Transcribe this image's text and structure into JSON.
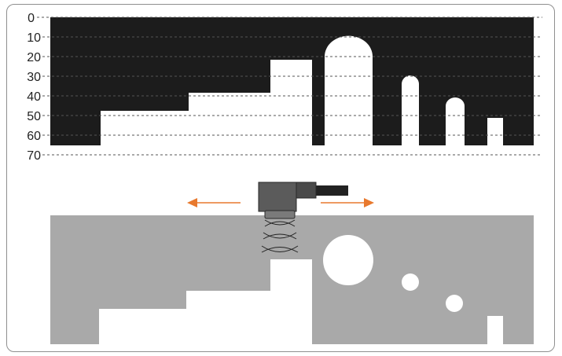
{
  "scale": {
    "tick_labels": [
      "0",
      "10",
      "20",
      "30",
      "40",
      "50",
      "60",
      "70"
    ]
  },
  "colors": {
    "scan_profile": "#1c1c1c",
    "object": "#a9a9a9",
    "sensor_body": "#5b5b5b",
    "sensor_cable": "#222222",
    "sensor_head": "#7a7a7a",
    "motion_arrows": "#e8792e",
    "gridline": "#555555",
    "frame_border": "#8f8f8f"
  },
  "icons": {
    "sensor": "ultrasonic-sensor-icon",
    "wave": "ultrasonic-wave-icon",
    "arrow_left": "arrow-left-icon",
    "arrow_right": "arrow-right-icon"
  }
}
